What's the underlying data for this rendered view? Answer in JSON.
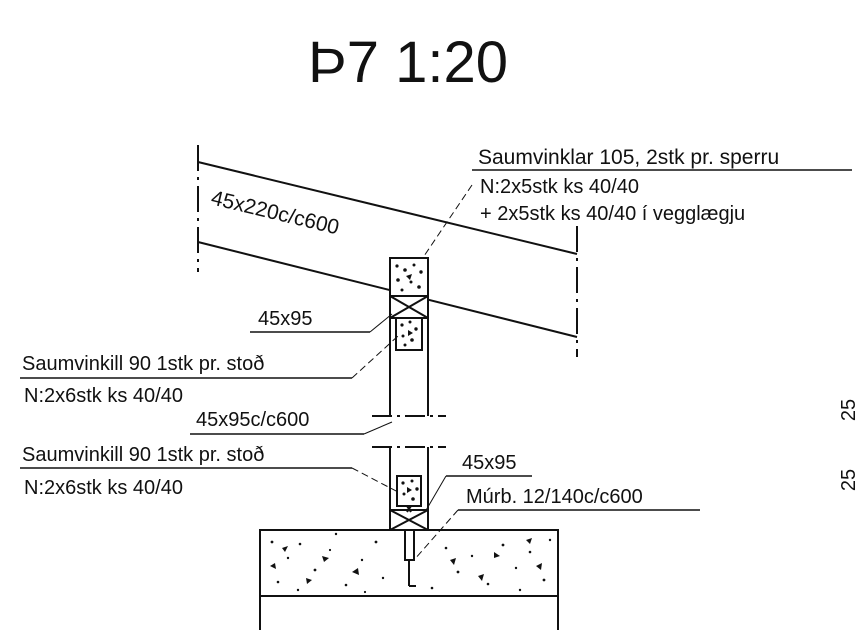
{
  "title": "Þ7 1:20",
  "rafter": {
    "label": "45x220c/c600",
    "callout_title": "Saumvinklar 105, 2stk pr. sperru",
    "callout_line2": "N:2x5stk ks 40/40",
    "callout_line3": "+ 2x5stk ks 40/40 í vegglægju"
  },
  "top_plate": {
    "label": "45x95"
  },
  "top_bracket": {
    "label_title": "Saumvinkill 90 1stk pr. stoð",
    "label_line2": "N:2x6stk ks 40/40"
  },
  "stud": {
    "label": "45x95c/c600"
  },
  "bottom_bracket": {
    "label_title": "Saumvinkill 90 1stk pr. stoð",
    "label_line2": "N:2x6stk ks 40/40"
  },
  "bottom_plate": {
    "label": "45x95"
  },
  "anchor": {
    "label": "Múrb. 12/140c/c600"
  },
  "dimensions": [
    "25",
    "25"
  ],
  "colors": {
    "line": "#111111",
    "background": "#ffffff"
  }
}
